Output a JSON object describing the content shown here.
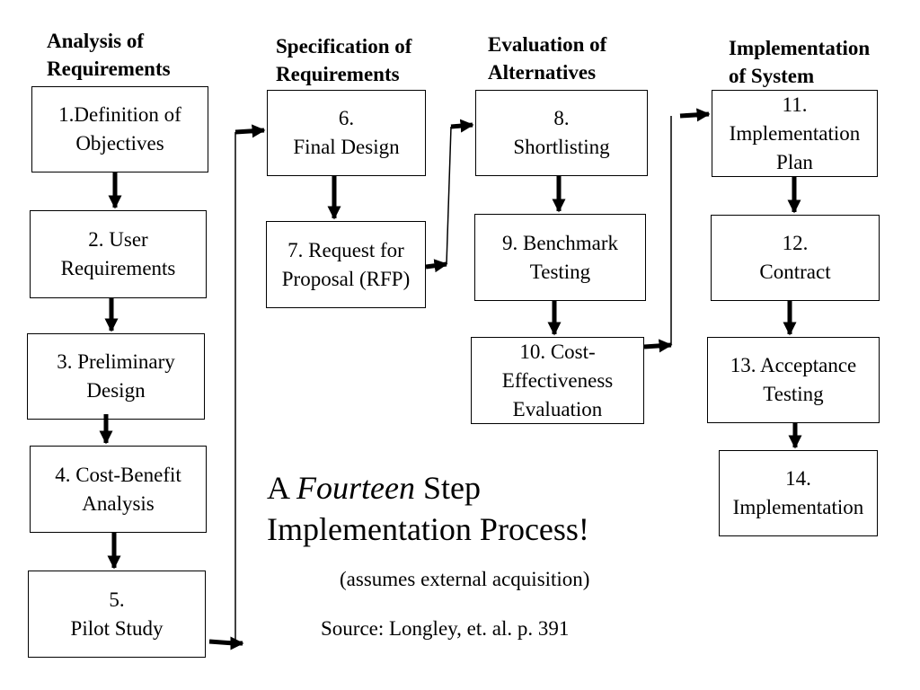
{
  "phases": {
    "analysis": [
      "Analysis of",
      "Requirements"
    ],
    "specification": [
      "Specification of",
      "Requirements"
    ],
    "evaluation": [
      "Evaluation of",
      "Alternatives"
    ],
    "implementation": [
      "Implementation",
      "of System"
    ]
  },
  "steps": [
    {
      "id": 1,
      "lines": [
        "1.Definition of",
        "Objectives"
      ]
    },
    {
      "id": 2,
      "lines": [
        "2. User",
        "Requirements"
      ]
    },
    {
      "id": 3,
      "lines": [
        "3. Preliminary",
        "Design"
      ]
    },
    {
      "id": 4,
      "lines": [
        "4. Cost-Benefit",
        "Analysis"
      ]
    },
    {
      "id": 5,
      "lines": [
        "5.",
        "Pilot Study"
      ]
    },
    {
      "id": 6,
      "lines": [
        "6.",
        "Final Design"
      ]
    },
    {
      "id": 7,
      "lines": [
        "7. Request for",
        "Proposal (RFP)"
      ]
    },
    {
      "id": 8,
      "lines": [
        "8.",
        "Shortlisting"
      ]
    },
    {
      "id": 9,
      "lines": [
        "9. Benchmark",
        "Testing"
      ]
    },
    {
      "id": 10,
      "lines": [
        "10. Cost-",
        "Effectiveness",
        "Evaluation"
      ]
    },
    {
      "id": 11,
      "lines": [
        "11.",
        "Implementation",
        "Plan"
      ]
    },
    {
      "id": 12,
      "lines": [
        "12.",
        "Contract"
      ]
    },
    {
      "id": 13,
      "lines": [
        "13. Acceptance",
        "Testing"
      ]
    },
    {
      "id": 14,
      "lines": [
        "14.",
        "Implementation"
      ]
    }
  ],
  "title": {
    "prefix": "A ",
    "emphasis": "Fourteen",
    "suffix": " Step",
    "line2": "Implementation Process!"
  },
  "subtitle": "(assumes external acquisition)",
  "source": "Source: Longley, et. al. p. 391"
}
